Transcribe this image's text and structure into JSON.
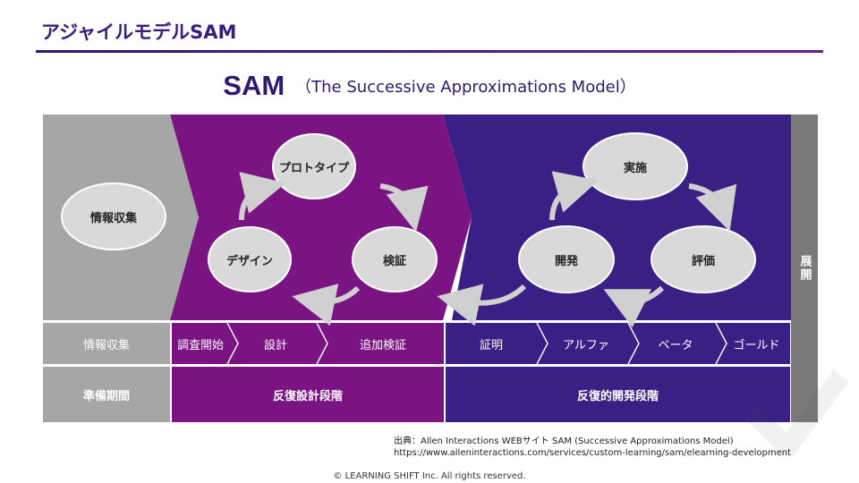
{
  "title": "アジャイルモデルSAM",
  "heading": {
    "main": "SAM",
    "sub": "（The Successive Approximations Model）"
  },
  "phases": {
    "gathering": {
      "oval": "情報収集",
      "row": "情報収集",
      "stage": "準備期間"
    },
    "design": {
      "cycle": [
        "プロトタイプ",
        "検証",
        "デザイン"
      ],
      "steps": [
        "調査開始",
        "設計",
        "追加検証"
      ],
      "stage": "反復設計段階"
    },
    "development": {
      "cycle": [
        "実施",
        "評価",
        "開発"
      ],
      "steps": [
        "証明",
        "アルファ",
        "ベータ",
        "ゴールド"
      ],
      "stage": "反復的開発段階"
    },
    "deploy": "展開"
  },
  "source": {
    "line1": "出典：Allen Interactions WEBサイト SAM (Successive Approximations Model)",
    "line2": "https://www.alleninteractions.com/services/custom-learning/sam/elearning-development"
  },
  "copyright": "© LEARNING SHIFT Inc. All rights reserved.",
  "colors": {
    "gray": "#a6a6a6",
    "purple": "#7b1483",
    "indigo": "#3a1f84",
    "deploy": "#7a7a7a",
    "oval": "#d9d9d9"
  }
}
